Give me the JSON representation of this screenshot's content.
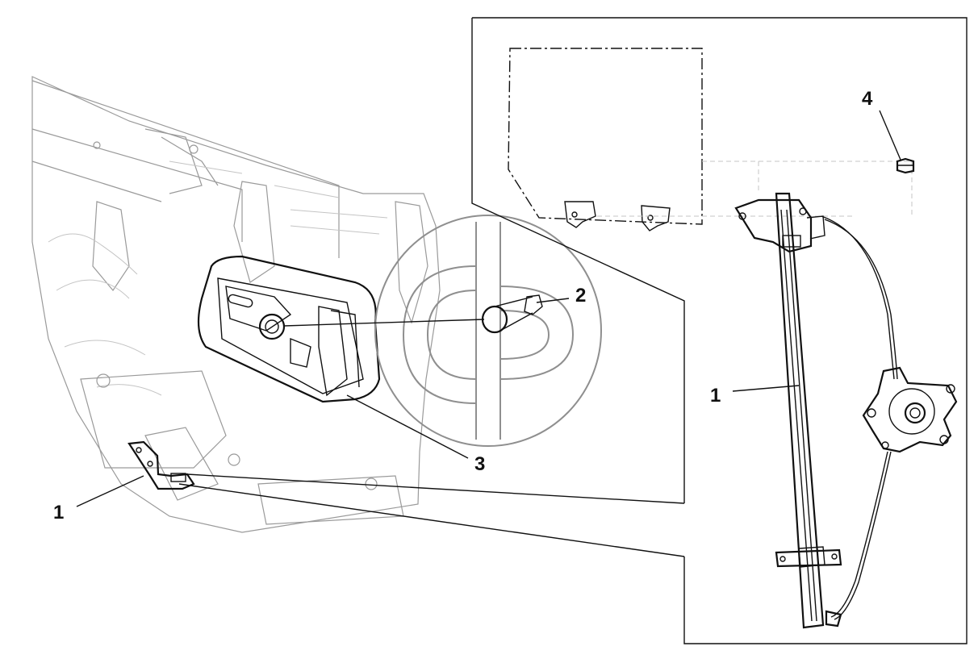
{
  "callouts": {
    "c1_left": "1",
    "c1_right": "1",
    "c2": "2",
    "c3": "3",
    "c4": "4"
  },
  "colors": {
    "line": "#111111",
    "watermark": "#8f8f8f",
    "door_panel": "#9a9a9a",
    "background": "#ffffff"
  }
}
